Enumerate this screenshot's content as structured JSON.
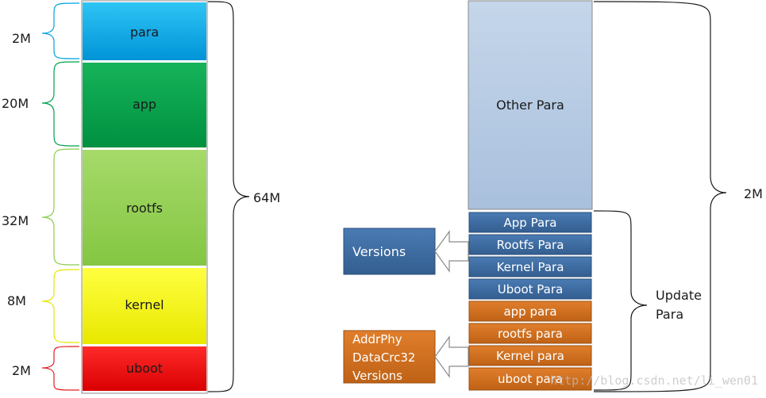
{
  "left_stack": {
    "blocks": [
      {
        "label": "para",
        "size": "2M",
        "fill": "#00B0F0"
      },
      {
        "label": "app",
        "size": "20M",
        "fill": "#00A84F"
      },
      {
        "label": "rootfs",
        "size": "32M",
        "fill": "#92D050"
      },
      {
        "label": "kernel",
        "size": "8M",
        "fill": "#FFFF00"
      },
      {
        "label": "uboot",
        "size": "2M",
        "fill": "#FF0000"
      }
    ],
    "total": "64M"
  },
  "right_stack": {
    "other": {
      "label": "Other Para",
      "fill": "#B8CCE4"
    },
    "blue_rows": [
      "App Para",
      "Rootfs Para",
      "Kernel Para",
      "Uboot Para"
    ],
    "orange_rows": [
      "app para",
      "rootfs para",
      "Kernel para",
      "uboot para"
    ],
    "blue_fill": "#3F6DA2",
    "orange_fill": "#D1701F",
    "total": "2M",
    "update_label_1": "Update",
    "update_label_2": "Para"
  },
  "callouts": {
    "versions": {
      "label": "Versions"
    },
    "details": {
      "lines": [
        "AddrPhy",
        "DataCrc32",
        "Versions"
      ]
    }
  },
  "watermark": "http://blog.csdn.net/li_wen01"
}
